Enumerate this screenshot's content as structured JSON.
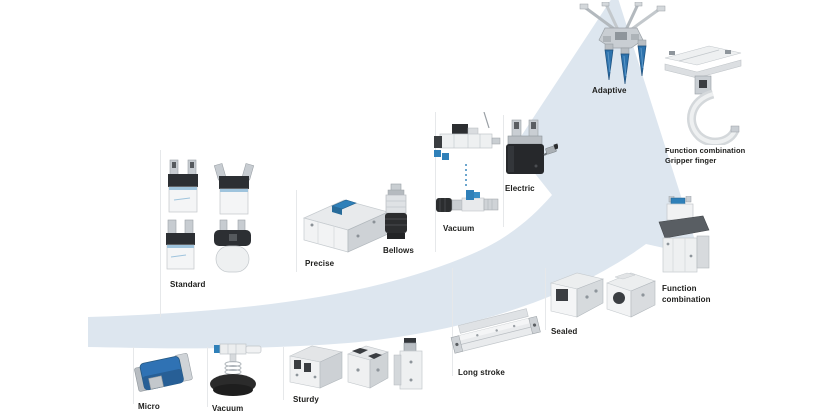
{
  "figure": {
    "description": "Gripper product portfolio overview with ascending growth arrow",
    "background": "#ffffff"
  },
  "arrow": {
    "name": "growth-arrow",
    "direction": "up-right",
    "color": "#dde6ef"
  },
  "colors": {
    "label_text": "#1d1d1b",
    "accent_blue": "#2f80b9",
    "dark_part": "#26282b",
    "metal_light": "#e9ebed",
    "separator": "#e6e8ea"
  },
  "groups": [
    {
      "id": "micro",
      "label": "Micro"
    },
    {
      "id": "vacuum-suction-cup",
      "label": "Vacuum"
    },
    {
      "id": "standard",
      "label": "Standard"
    },
    {
      "id": "sturdy",
      "label": "Sturdy"
    },
    {
      "id": "precise",
      "label": "Precise"
    },
    {
      "id": "bellows",
      "label": "Bellows"
    },
    {
      "id": "vacuum-generator",
      "label": "Vacuum"
    },
    {
      "id": "electric",
      "label": "Electric"
    },
    {
      "id": "long-stroke",
      "label": "Long stroke"
    },
    {
      "id": "sealed",
      "label": "Sealed"
    },
    {
      "id": "adaptive",
      "label": "Adaptive"
    },
    {
      "id": "function-combination-gripper-finger",
      "label": "Function combination\nGripper finger"
    },
    {
      "id": "function-combination",
      "label": "Function combination"
    }
  ]
}
